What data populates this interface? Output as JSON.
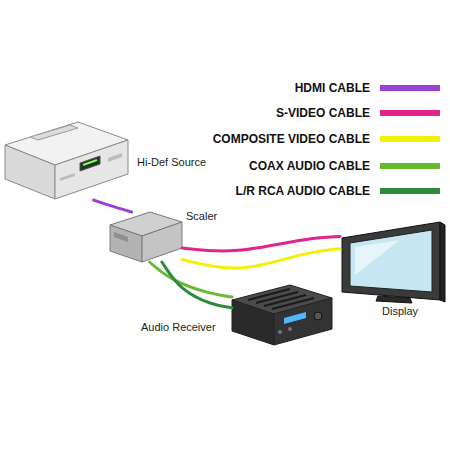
{
  "diagram": {
    "nodes": [
      {
        "text": [
          "Hi-Def Source"
        ]
      },
      {
        "text": [
          "Scaler"
        ]
      },
      {
        "text": [
          "Audio Receiver"
        ]
      },
      {
        "text": [
          "Display"
        ]
      }
    ],
    "edges": [
      {
        "from": 0,
        "to": 1,
        "arrow": "none"
      },
      {
        "from": 1,
        "to": 3,
        "arrow": "none"
      },
      {
        "from": 1,
        "to": 3,
        "arrow": "none"
      },
      {
        "from": 1,
        "to": 2,
        "arrow": "none"
      },
      {
        "from": 1,
        "to": 2,
        "arrow": "none"
      }
    ],
    "legend": [
      {
        "text": "HDMI CABLE",
        "color": "#9b3fd6"
      },
      {
        "text": "S-VIDEO CABLE",
        "color": "#e0248c"
      },
      {
        "text": "COMPOSITE VIDEO CABLE",
        "color": "#f2f200"
      },
      {
        "text": "COAX AUDIO CABLE",
        "color": "#66bb33"
      },
      {
        "text": "L/R RCA AUDIO CABLE",
        "color": "#2f8a3c"
      }
    ]
  }
}
